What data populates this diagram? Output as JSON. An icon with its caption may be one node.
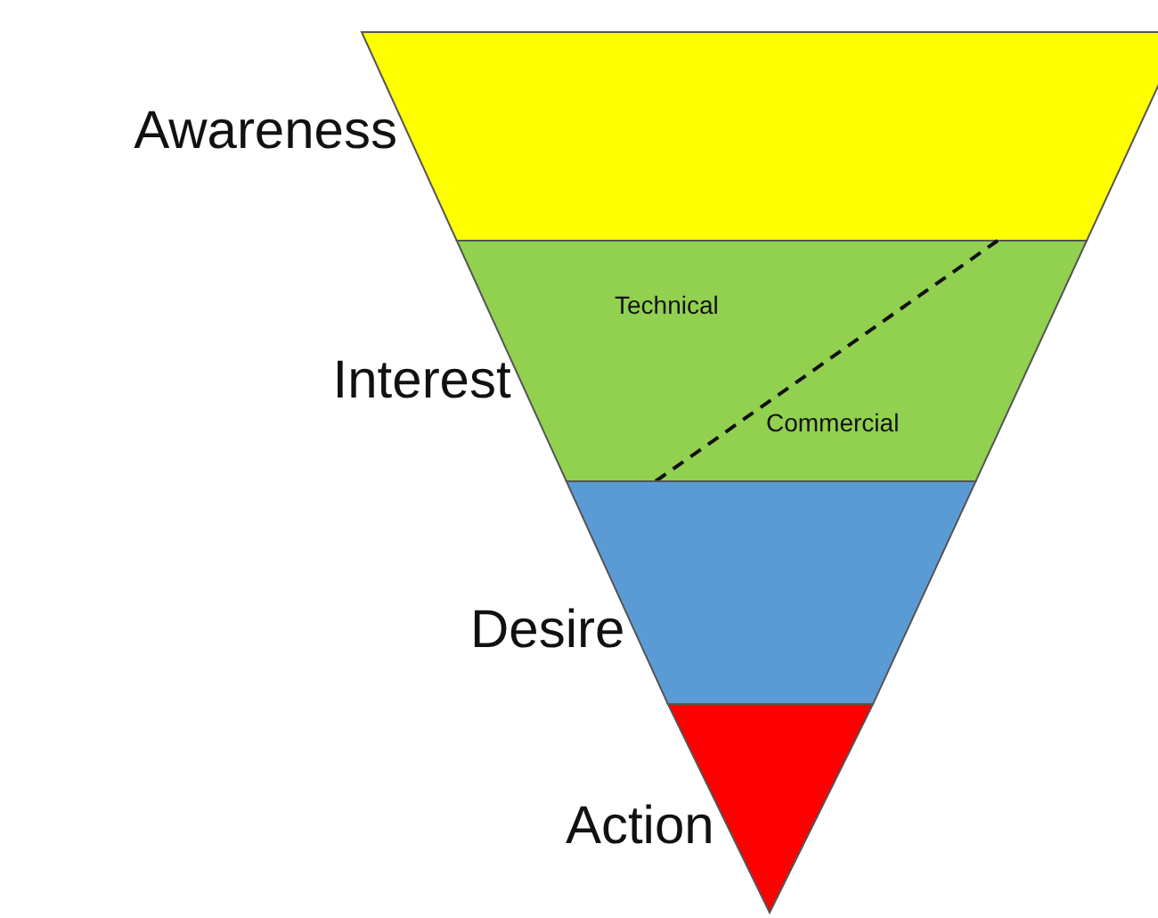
{
  "diagram": {
    "nodes": [
      {
        "text": [
          "Awareness"
        ]
      },
      {
        "text": [
          "Interest",
          "Technical",
          "Commercial"
        ]
      },
      {
        "text": [
          "Desire"
        ]
      },
      {
        "text": [
          "Action"
        ]
      }
    ]
  }
}
